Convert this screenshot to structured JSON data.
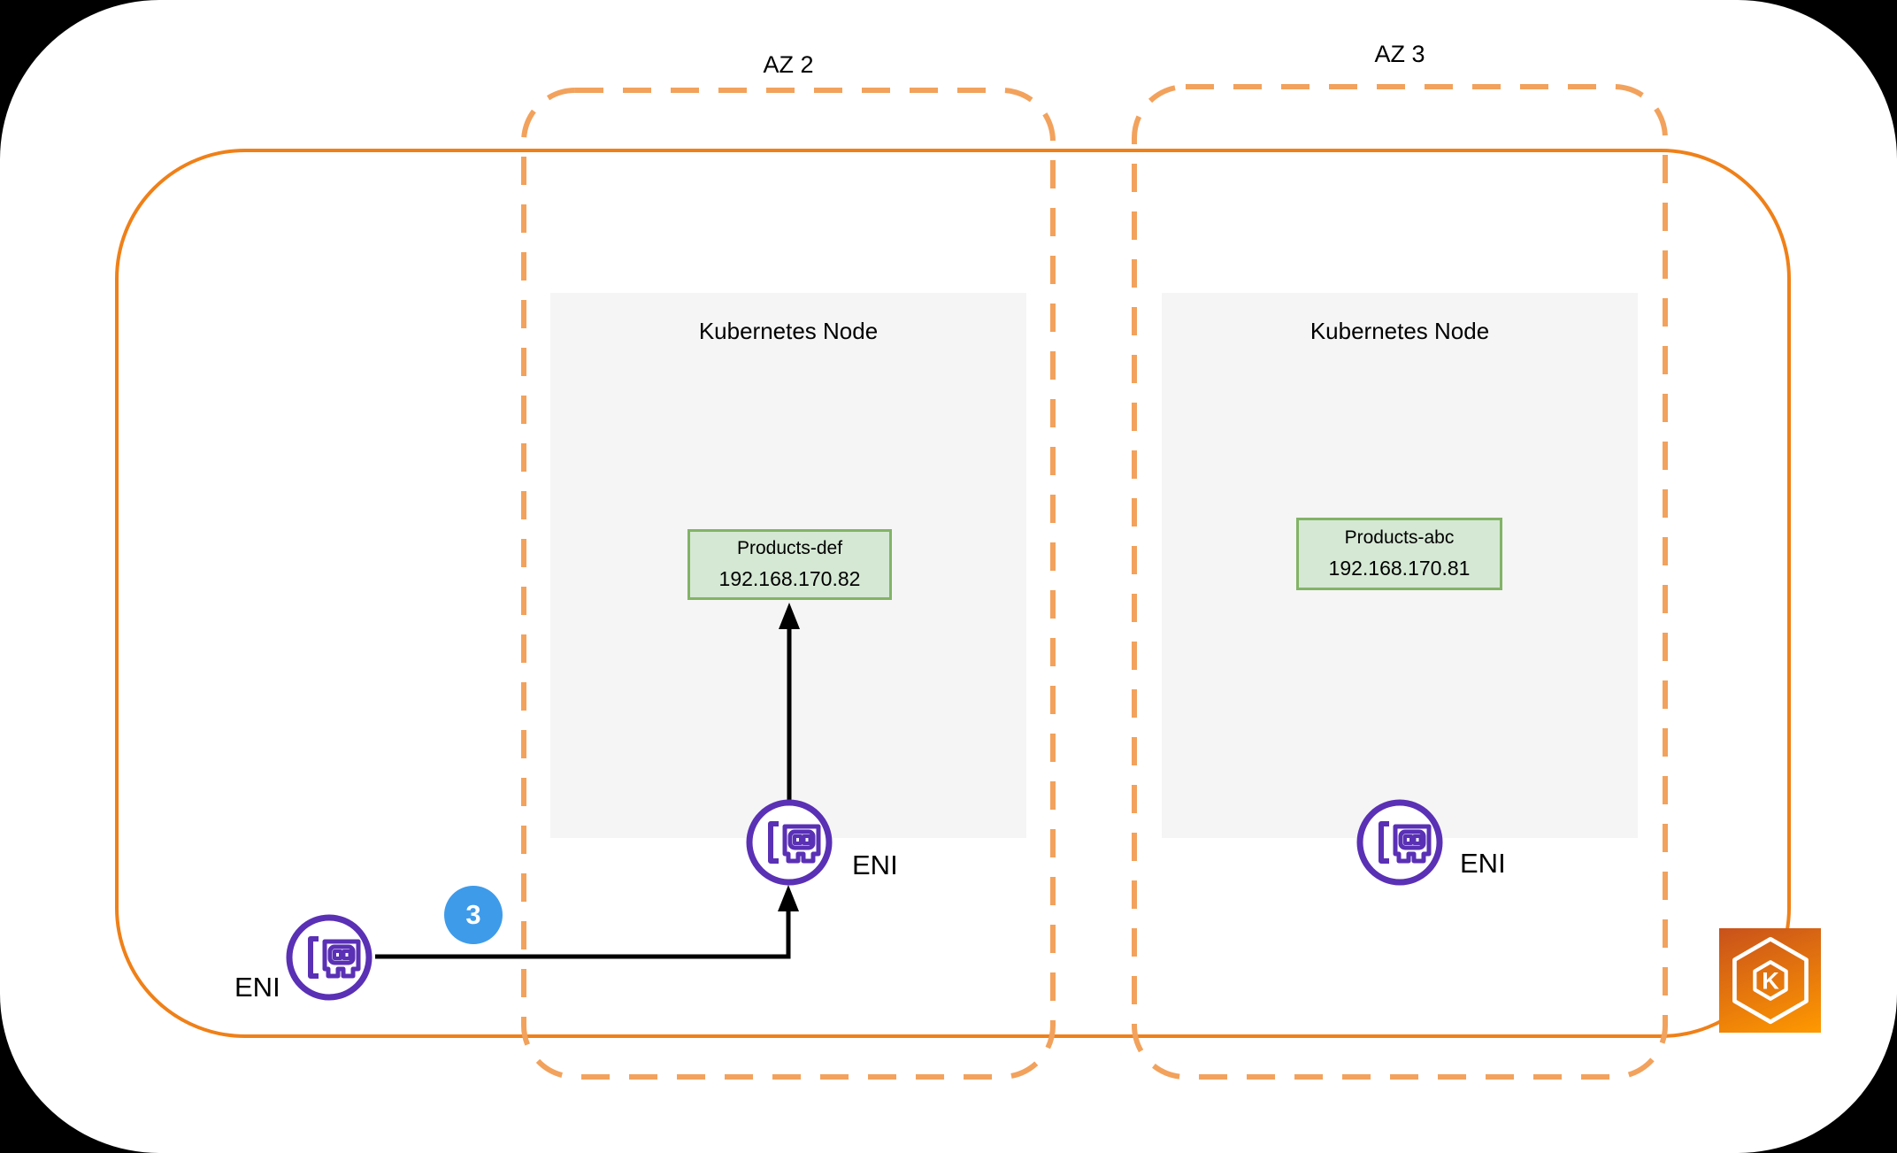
{
  "colors": {
    "background": "#000000",
    "surface": "#ffffff",
    "cluster_orange": "#EF8018",
    "az_dashed_orange": "#F2A25C",
    "node_gray": "#F5F5F5",
    "pod_green_fill": "#D5E8D4",
    "pod_green_border": "#82B366",
    "eni_purple": "#5A30B5",
    "badge_blue": "#3E9BEA",
    "arrow_black": "#000000",
    "text_black": "#000000",
    "eks_gradient_start": "#C8511B",
    "eks_gradient_end": "#FF9900"
  },
  "azs": [
    {
      "label": "AZ 2"
    },
    {
      "label": "AZ 3"
    }
  ],
  "nodes": [
    {
      "title": "Kubernetes Node",
      "pod": {
        "name": "Products-def",
        "ip": "192.168.170.82"
      }
    },
    {
      "title": "Kubernetes Node",
      "pod": {
        "name": "Products-abc",
        "ip": "192.168.170.81"
      }
    }
  ],
  "enis": [
    {
      "label": "ENI",
      "icon": "eni-icon"
    },
    {
      "label": "ENI",
      "icon": "eni-icon"
    },
    {
      "label": "ENI",
      "icon": "eni-icon"
    }
  ],
  "badge": {
    "value": "3"
  },
  "eks": {
    "letter": "K",
    "icon": "eks-icon"
  }
}
